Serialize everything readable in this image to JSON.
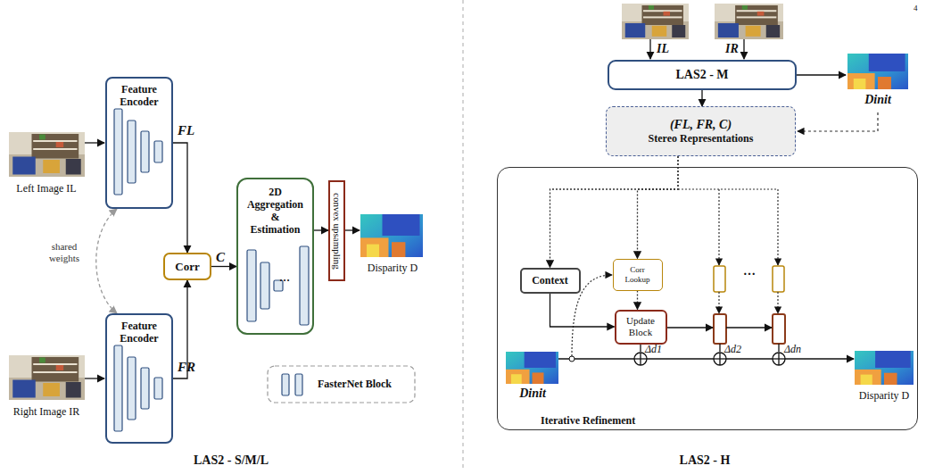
{
  "diagram": {
    "nodes": [
      {
        "text": [
          "Feature Encoder"
        ]
      },
      {
        "text": [
          "Feature Encoder"
        ]
      },
      {
        "text": [
          "Corr"
        ]
      },
      {
        "text": [
          "2D Aggregation & Estimation"
        ]
      },
      {
        "text": [
          "convex upsampling"
        ]
      },
      {
        "text": [
          "LAS2 - M"
        ]
      },
      {
        "text": [
          "(FL, FR, C)",
          "Stereo Representations"
        ]
      },
      {
        "text": [
          "Iterative Refinement"
        ]
      },
      {
        "text": [
          "Context"
        ],
        "in": 7
      },
      {
        "text": [
          "Corr Lookup"
        ],
        "in": 7
      },
      {
        "text": [
          "Update Block"
        ],
        "in": 7
      }
    ],
    "edges": [
      {
        "from": 0,
        "to": 2,
        "label": "FL",
        "arrow": "to"
      },
      {
        "from": 1,
        "to": 2,
        "label": "FR",
        "arrow": "to"
      },
      {
        "from": 2,
        "to": 3,
        "label": "C",
        "arrow": "to"
      },
      {
        "from": 3,
        "to": 4,
        "arrow": "to"
      },
      {
        "from": 1,
        "to": 0,
        "label": "shared weights",
        "arrow": "both"
      },
      {
        "from": 5,
        "to": 6,
        "arrow": "to"
      },
      {
        "from": 6,
        "to": 8,
        "arrow": "to"
      },
      {
        "from": 6,
        "to": 9,
        "arrow": "to"
      },
      {
        "from": 8,
        "to": 10,
        "arrow": "to"
      },
      {
        "from": 9,
        "to": 10,
        "arrow": "to"
      }
    ],
    "labels": [
      "4",
      "Left Image IL",
      "Right Image IR",
      "…",
      "Disparity D",
      "LAS2 - S/M/L",
      "IL",
      "IR",
      "Dinit",
      "…",
      "Δd1",
      "Δd2",
      "Δdn",
      "Dinit",
      "Disparity D",
      "LAS2 - H"
    ],
    "legend": [
      {
        "text": "FasterNet Block"
      }
    ]
  }
}
